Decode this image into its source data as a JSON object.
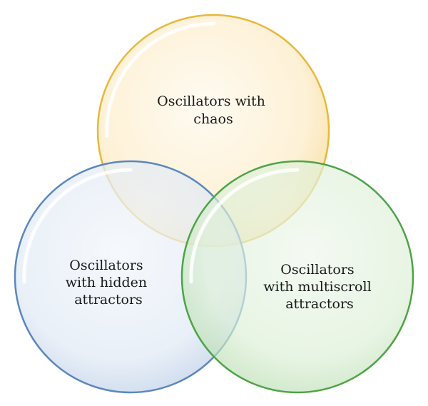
{
  "colors": {
    "chaos_fill": "#fdebc2",
    "chaos_stroke": "#e9b83a",
    "hidden_fill": "#dbe6f3",
    "hidden_stroke": "#5b87bf",
    "multiscroll_fill": "#d6ecd0",
    "multiscroll_stroke": "#4ea347"
  },
  "circles": [
    {
      "id": "chaos",
      "label_lines": [
        "Oscillators with",
        "chaos"
      ]
    },
    {
      "id": "hidden",
      "label_lines": [
        "Oscillators",
        "with hidden",
        "attractors"
      ]
    },
    {
      "id": "multiscroll",
      "label_lines": [
        "Oscillators",
        "with multiscroll",
        "attractors"
      ]
    }
  ]
}
